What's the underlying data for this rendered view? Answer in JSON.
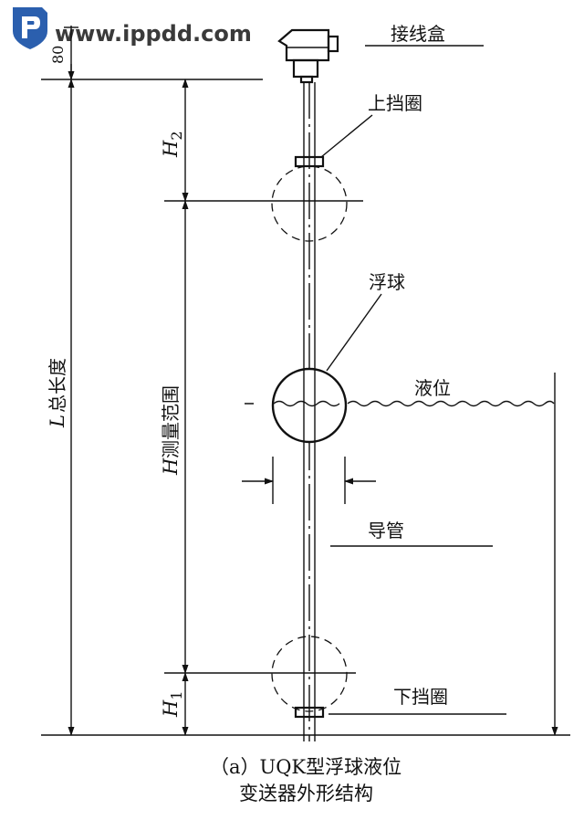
{
  "watermark": {
    "text": "www.ippdd.com"
  },
  "labels": {
    "junction_box": "接线盒",
    "upper_ring": "上挡圈",
    "float_ball": "浮球",
    "liquid_level": "液位",
    "guide_tube": "导管",
    "lower_ring": "下挡圈"
  },
  "dimensions": {
    "top_offset": "80",
    "h2_main": "H",
    "h2_sub": "2",
    "h1_main": "H",
    "h1_sub": "1",
    "range_symbol": "H",
    "range_text": "测量范围",
    "length_symbol": "L",
    "length_text": "总长度"
  },
  "caption": {
    "line1": "（a）UQK型浮球液位",
    "line2": "变送器外形结构"
  }
}
